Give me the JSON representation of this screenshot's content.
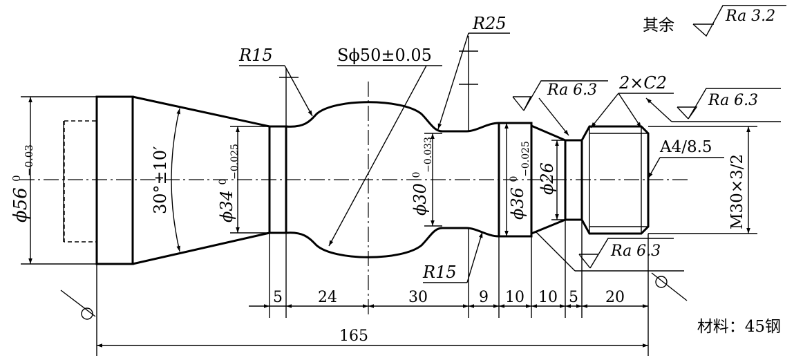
{
  "general_finish": {
    "label": "其余",
    "value": "Ra 3.2"
  },
  "material": "材料：45钢",
  "callouts": {
    "r15_top": "R15",
    "sphere": "Sϕ50±0.05",
    "r25": "R25",
    "r15_bottom": "R15",
    "chamfer": "2×C2",
    "center_hole": "A4/8.5"
  },
  "roughness": {
    "shoulder_36": "Ra 6.3",
    "thread_top": "Ra 6.3",
    "groove": "Ra 6.3"
  },
  "diameters": {
    "d56": {
      "main": "ϕ56",
      "upper": "0",
      "lower": "−0.03"
    },
    "taper": {
      "main": "30°±10′"
    },
    "d34": {
      "main": "ϕ34",
      "upper": "0",
      "lower": "−0.025"
    },
    "d30": {
      "main": "ϕ30",
      "upper": "0",
      "lower": "−0.033"
    },
    "d36": {
      "main": "ϕ36",
      "upper": "0",
      "lower": "−0.025"
    },
    "d26": {
      "main": "ϕ26"
    },
    "thread": {
      "main": "M30×3/2"
    }
  },
  "lengths": {
    "s1": "5",
    "s2": "24",
    "s3": "30",
    "s4": "9",
    "s5": "10",
    "s6": "10",
    "s7": "5",
    "s8": "20",
    "total": "165"
  }
}
